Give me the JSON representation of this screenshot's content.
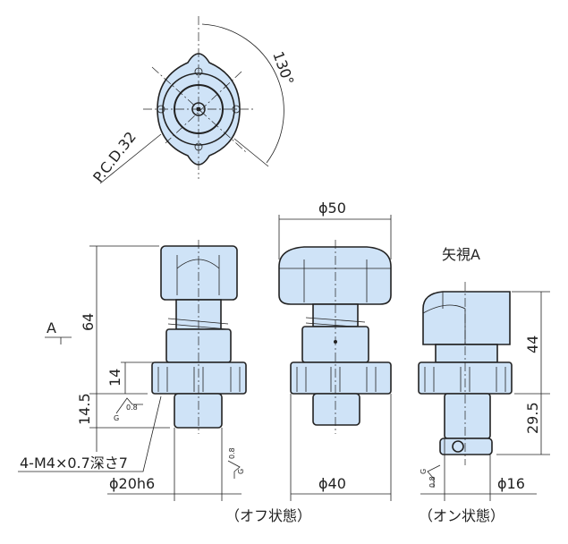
{
  "title": "Indexing plunger dimension drawing",
  "top_view": {
    "angle_label": "130°",
    "pcd_label": "P.C.D.32"
  },
  "dimensions": {
    "height_total": "64",
    "arrow_view": "A",
    "flange_height": "14",
    "shaft_length": "14.5",
    "thread_note": "4-M4×0.7深さ7",
    "shaft_dia": "ϕ20h6",
    "knob_dia": "ϕ50",
    "flange_dia": "ϕ40",
    "view_a_label": "矢視A",
    "on_height_top": "44",
    "on_height_bottom": "29.5",
    "pin_dia": "ϕ16"
  },
  "roughness": {
    "value": "0.8",
    "grade": "G"
  },
  "captions": {
    "off_state": "（オフ状態）",
    "on_state": "（オン状態）"
  },
  "colors": {
    "part_fill": "#cfe3f7",
    "line": "#222222"
  }
}
